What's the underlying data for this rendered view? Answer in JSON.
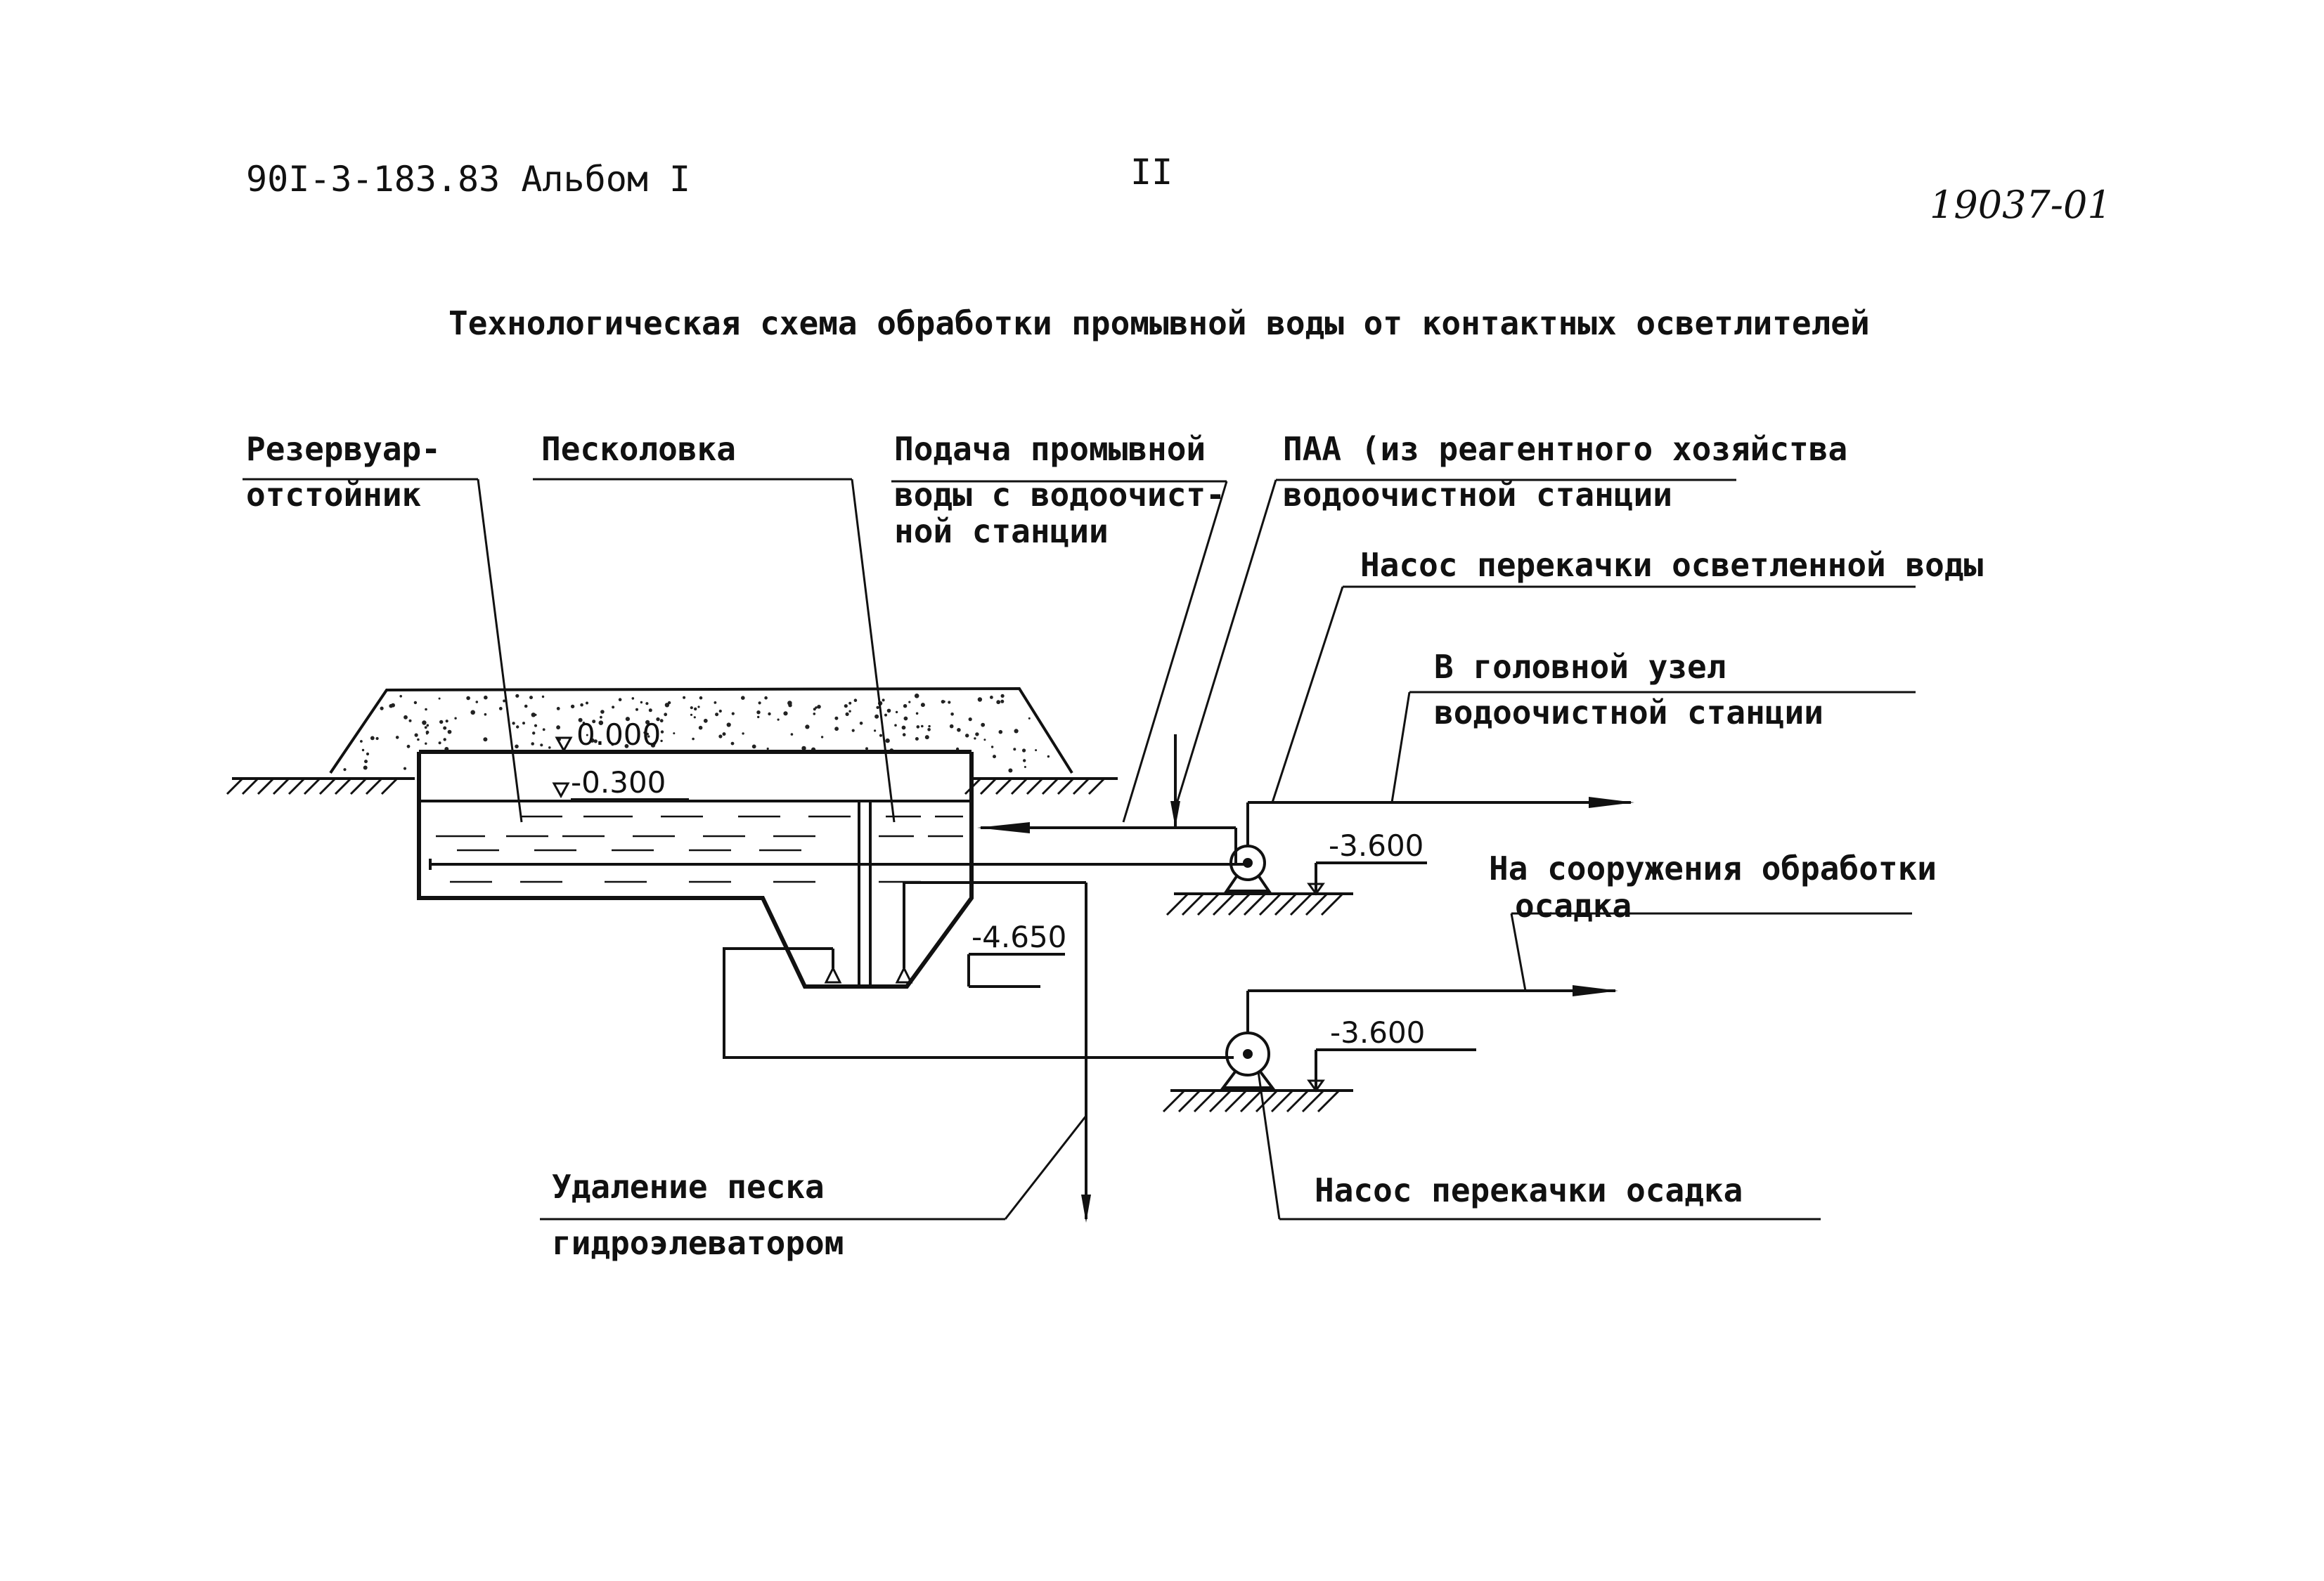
{
  "header": {
    "doc_code": "90I-3-183.83 Альбом I",
    "page_number": "II",
    "stamp": "19037-01"
  },
  "title": "Технологическая схема обработки промывной воды от контактных осветлителей",
  "labels": {
    "reservoir_line1": "Резервуар-",
    "reservoir_line2": "отстойник",
    "sand_trap": "Песколовка",
    "supply_line1": "Подача промывной",
    "supply_line2": "воды с водоочист-",
    "supply_line3": "ной станции",
    "paa_line1": "ПАА (из реагентного хозяйства",
    "paa_line2": "водоочистной станции",
    "pump_clear": "Насос перекачки осветленной воды",
    "head_node_line1": "В головной узел",
    "head_node_line2": "водоочистной станции",
    "sludge_dest_line1": "На сооружения обработки",
    "sludge_dest_line2": "осадка",
    "sand_removal_line1": "Удаление песка",
    "sand_removal_line2": "гидроэлеватором",
    "pump_sludge": "Насос перекачки осадка"
  },
  "levels": {
    "top": "0.000",
    "water": "-0.300",
    "hopper": "-4.650",
    "pump_clear": "-3.600",
    "pump_sludge": "-3.600"
  }
}
